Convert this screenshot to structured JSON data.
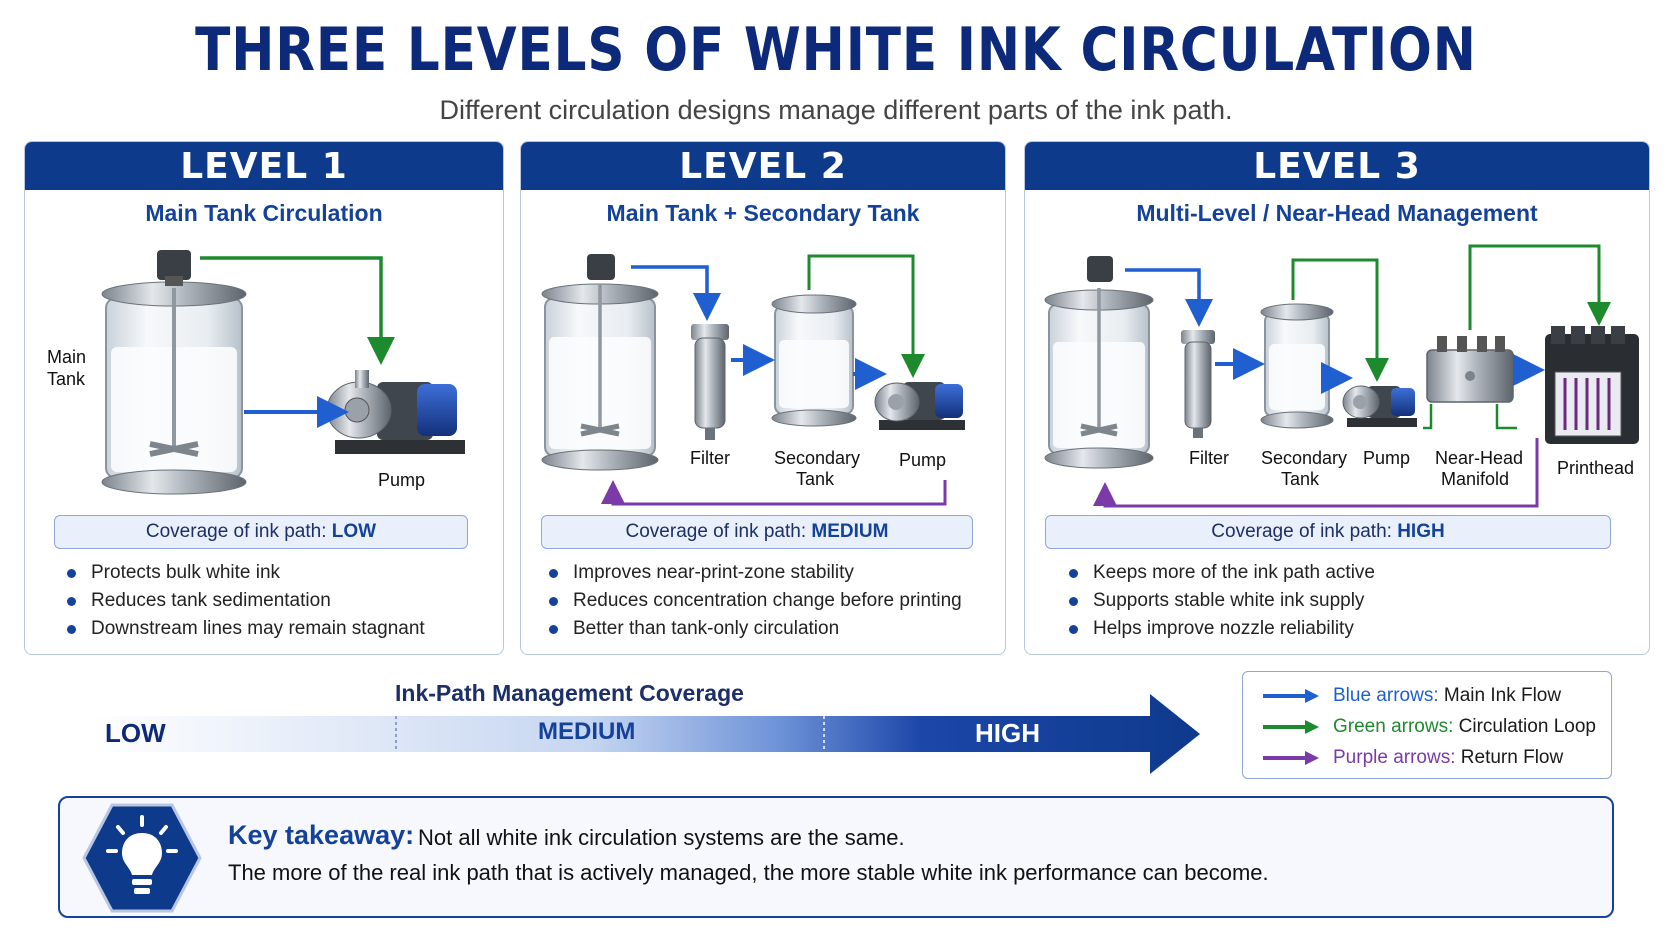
{
  "title": "THREE LEVELS OF WHITE INK CIRCULATION",
  "subtitle": "Different circulation designs manage different parts of the ink path.",
  "levels": [
    {
      "heading": "LEVEL 1",
      "subtitle": "Main Tank Circulation",
      "labels": {
        "tank": [
          "Main",
          "Tank"
        ],
        "pump": "Pump"
      },
      "coverage_prefix": "Coverage of ink path: ",
      "coverage_value": "LOW",
      "bullets": [
        "Protects bulk white ink",
        "Reduces tank sedimentation",
        "Downstream lines may remain stagnant"
      ]
    },
    {
      "heading": "LEVEL 2",
      "subtitle": "Main Tank + Secondary Tank",
      "labels": {
        "filter": "Filter",
        "secondary": [
          "Secondary",
          "Tank"
        ],
        "pump": "Pump"
      },
      "coverage_prefix": "Coverage of ink path: ",
      "coverage_value": "MEDIUM",
      "bullets": [
        "Improves near-print-zone stability",
        "Reduces concentration change before printing",
        "Better than tank-only circulation"
      ]
    },
    {
      "heading": "LEVEL 3",
      "subtitle": "Multi-Level / Near-Head Management",
      "labels": {
        "filter": "Filter",
        "secondary": [
          "Secondary",
          "Tank"
        ],
        "pump": "Pump",
        "manifold": [
          "Near-Head",
          "Manifold"
        ],
        "printhead": "Printhead"
      },
      "coverage_prefix": "Coverage of ink path: ",
      "coverage_value": "HIGH",
      "bullets": [
        "Keeps more of the ink path active",
        "Supports stable white ink supply",
        "Helps improve nozzle reliability"
      ]
    }
  ],
  "coverage_bar": {
    "title": "Ink-Path Management Coverage",
    "low": "LOW",
    "medium": "MEDIUM",
    "high": "HIGH"
  },
  "legend": [
    {
      "key": "Blue arrows:",
      "desc": " Main Ink Flow",
      "color": "#1f5fd0"
    },
    {
      "key": "Green arrows:",
      "desc": " Circulation Loop",
      "color": "#1e8a2e"
    },
    {
      "key": "Purple arrows:",
      "desc": " Return Flow",
      "color": "#7a3aa8"
    }
  ],
  "takeaway": {
    "heading": "Key takeaway:",
    "line1": "Not all white ink circulation systems are the same.",
    "line2": "The more of the real ink path that is actively managed, the more stable white ink performance can become."
  },
  "colors": {
    "navy": "#0e3a8c",
    "blue": "#1f5fd0",
    "green": "#1e8a2e",
    "purple": "#7a3aa8"
  }
}
